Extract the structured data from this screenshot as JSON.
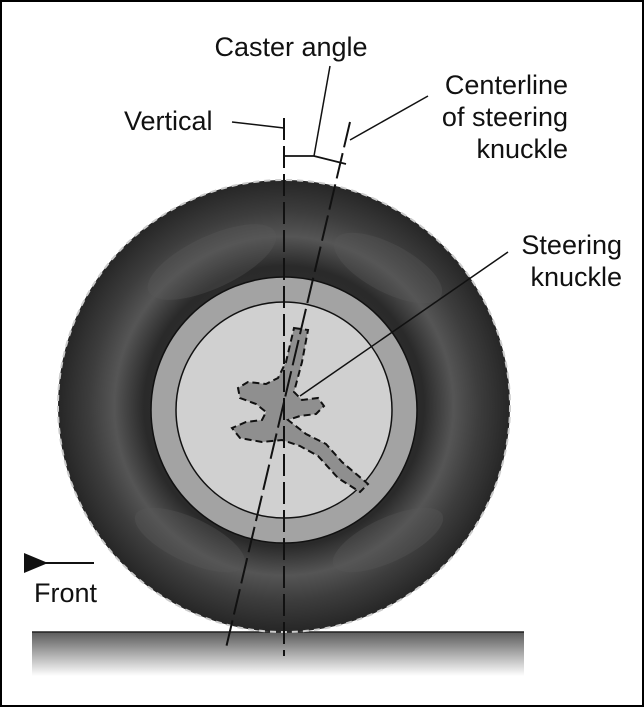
{
  "diagram": {
    "labels": {
      "caster_angle": "Caster angle",
      "centerline_line1": "Centerline",
      "centerline_line2": "of steering",
      "centerline_line3": "knuckle",
      "vertical": "Vertical",
      "steering_knuckle_line1": "Steering",
      "steering_knuckle_line2": "knuckle",
      "front": "Front"
    },
    "colors": {
      "tire_dark": "#2e2e2e",
      "tire_mid": "#4a4a4a",
      "rim_outer": "#9a9a9a",
      "rim_inner": "#cfcfcf",
      "knuckle_fill": "#8e8e8e",
      "ground_top": "#555555",
      "ground_bottom": "#ffffff"
    },
    "icons": [
      "arrow-left-icon"
    ]
  }
}
